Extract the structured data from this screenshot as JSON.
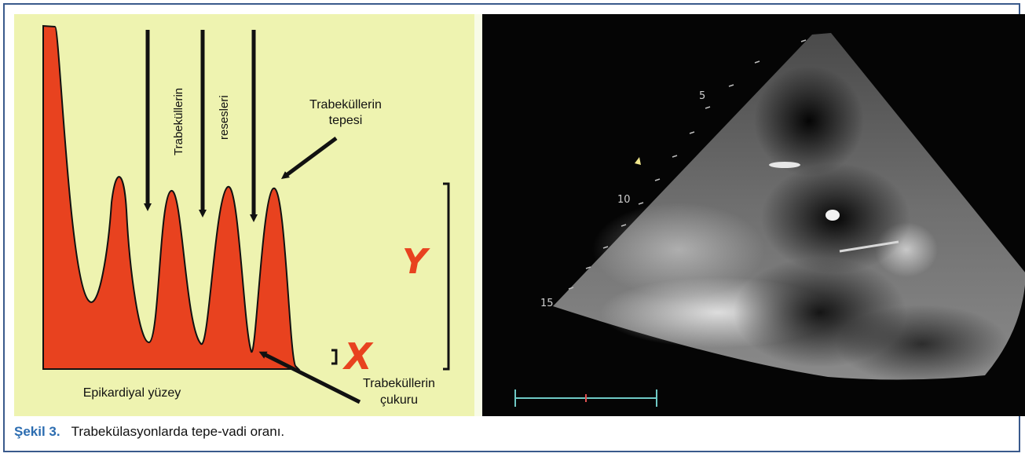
{
  "left_panel": {
    "vertical_labels": [
      "Trabeküllerin",
      "resesleri"
    ],
    "peak_label_line1": "Trabeküllerin",
    "peak_label_line2": "tepesi",
    "trough_label_line1": "Trabeküllerin",
    "trough_label_line2": "çukuru",
    "base_label": "Epikardiyal yüzey",
    "y_marker": "Y",
    "x_marker": "X",
    "fill_color": "#e8421f",
    "background_color": "#eef3b0"
  },
  "right_panel": {
    "scale_numbers": [
      "5",
      "10",
      "15"
    ],
    "background_color": "#050505"
  },
  "caption": {
    "label": "Şekil 3.",
    "text": "Trabekülasyonlarda tepe-vadi oranı."
  }
}
